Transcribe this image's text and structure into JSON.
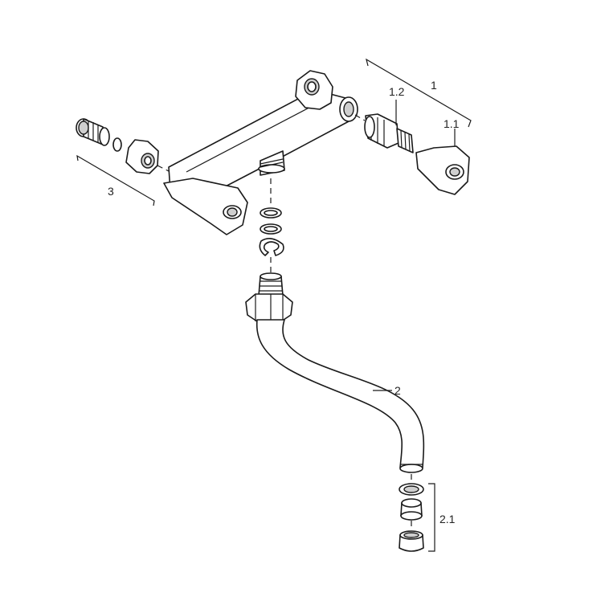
{
  "labels": {
    "assembly_1": "1",
    "cartridge_1_2": "1.2",
    "handle_1_1": "1.1",
    "connector_3": "3",
    "spout_2": "2",
    "aerator_2_1": "2.1"
  },
  "colors": {
    "line": "#1a1a1a",
    "background": "#ffffff",
    "shade": "#cfcfcf"
  }
}
